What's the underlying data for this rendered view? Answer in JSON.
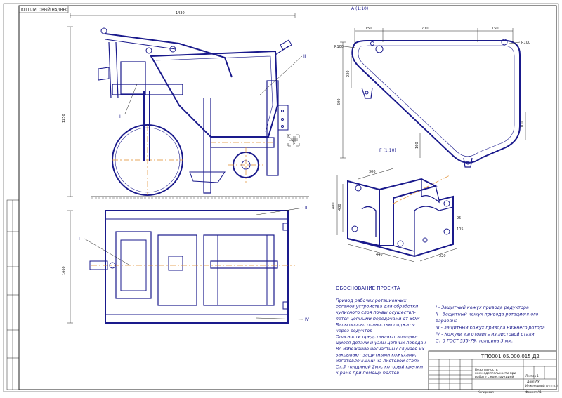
{
  "stamp_label": "КП ПЛУГОВЫЙ НАДВЕС",
  "dimensions": {
    "overall_length": "1430",
    "overall_height": "1250",
    "plan_width": "1660",
    "view_a_left": "150",
    "view_a_mid": "700",
    "view_a_right": "150",
    "view_a_height": "600",
    "view_a_r_left": "R100",
    "view_a_r_right": "R100",
    "view_a_depth": "230",
    "view_a_bottom": "160",
    "view_a_right_v": "100",
    "iso_w1": "300",
    "iso_h1": "480",
    "iso_h2": "430",
    "iso_w2": "440",
    "iso_d1": "220",
    "iso_d2": "105",
    "iso_d3": "95"
  },
  "view_labels": {
    "top_right": "А (1:10)",
    "iso": "Г (1:10)"
  },
  "callouts": [
    "I",
    "II",
    "III",
    "IV"
  ],
  "title": "ОБОСНОВАНИЕ ПРОЕКТА",
  "notes_left": [
    "Привод рабочих ротационных",
    "органов устройства для обработки",
    "кулисного слоя почвы осуществл-",
    "яется цепными передачами от ВОМ",
    "Валы опоры: полностью поджаты",
    "через редуктор",
    "Опасности представляют вращаю-",
    "щиеся детали и узлы цепных передач",
    "Во избежание несчастных случаев их",
    "закрывают защитными кожухами,",
    "изготовленными из листовой стали",
    "Ст.3 толщиной 2мм, который крепим",
    "к раме при помощи болтов"
  ],
  "notes_right": [
    "I - Защитный кожух привода редуктора",
    "II - Защитный кожух привода ротационного",
    "барабана",
    "III - Защитный кожух привода нижнего ротора",
    "IV - Кожухи изготовить из листовой стали",
    "Ст 3 ГОСТ 535-79, толщина 3 мм."
  ],
  "title_block": {
    "doc_code": "ТПО001.05.000.015 Д2",
    "name_line1": "Безопасность",
    "name_line2": "жизнедеятельности при",
    "name_line3": "работе с конструкцией",
    "org_line1": "ДонГАУ",
    "org_line2": "Инженерный ф-т гр. 4",
    "sheet": "Листов 1",
    "format": "Формат А1",
    "copied": "Копировал"
  }
}
